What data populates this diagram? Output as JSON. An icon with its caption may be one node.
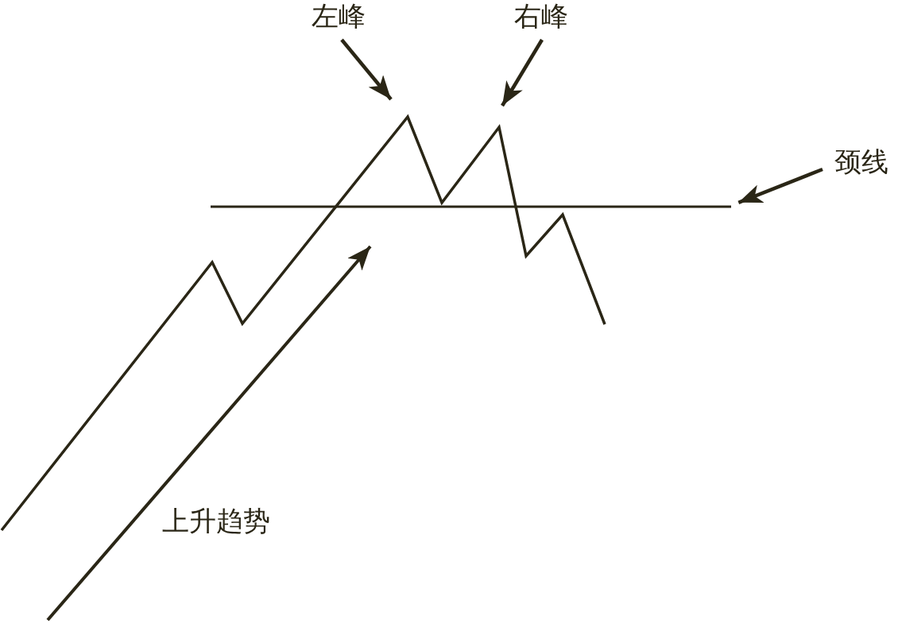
{
  "diagram": {
    "nodes": [
      {
        "text": [
          "左峰"
        ]
      },
      {
        "text": [
          "右峰"
        ]
      },
      {
        "text": [
          "颈线"
        ]
      },
      {
        "text": [],
        "shape": "line"
      }
    ],
    "edges": [
      {
        "from": 0,
        "to": null,
        "arrow": "to"
      },
      {
        "from": 1,
        "to": null,
        "arrow": "to"
      },
      {
        "from": 2,
        "to": 3,
        "arrow": "to"
      }
    ],
    "labels": [
      "上升趋势"
    ]
  }
}
